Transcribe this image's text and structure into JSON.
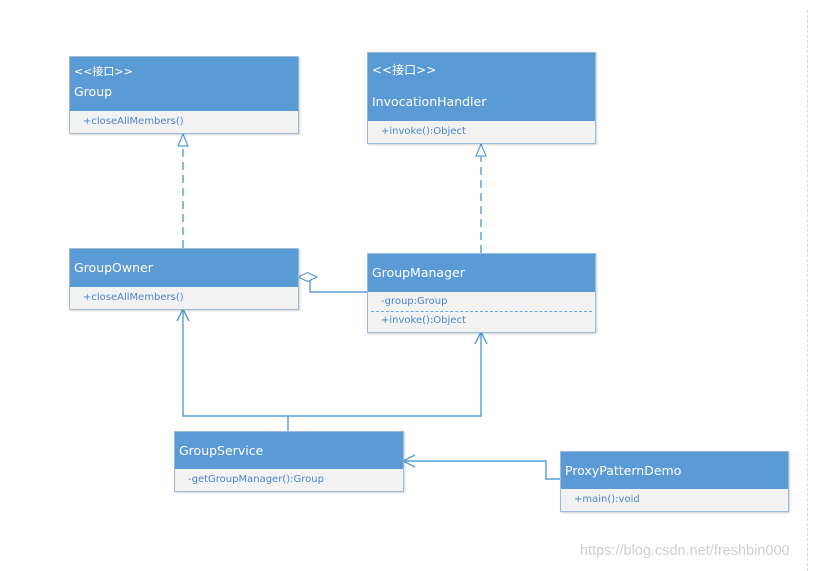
{
  "classes": {
    "group": {
      "stereotype": "<<接口>>",
      "name": "Group",
      "members": [
        "+closeAllMembers()"
      ]
    },
    "invocation_handler": {
      "stereotype": "<<接口>>",
      "name": "InvocationHandler",
      "members": [
        "+invoke():Object"
      ]
    },
    "group_owner": {
      "name": "GroupOwner",
      "members": [
        "+closeAllMembers()"
      ]
    },
    "group_manager": {
      "name": "GroupManager",
      "members": [
        "-group:Group",
        "+invoke():Object"
      ]
    },
    "group_service": {
      "name": "GroupService",
      "members": [
        "-getGroupManager():Group"
      ]
    },
    "proxy_pattern_demo": {
      "name": "ProxyPatternDemo",
      "members": [
        "+main():void"
      ]
    }
  },
  "relations": [
    {
      "type": "realization",
      "from": "GroupOwner",
      "to": "Group"
    },
    {
      "type": "realization",
      "from": "GroupManager",
      "to": "InvocationHandler"
    },
    {
      "type": "aggregation",
      "whole": "GroupOwner",
      "part": "GroupManager"
    },
    {
      "type": "association",
      "from": "GroupService",
      "to": "GroupOwner"
    },
    {
      "type": "association",
      "from": "GroupService",
      "to": "GroupManager"
    },
    {
      "type": "association",
      "from": "ProxyPatternDemo",
      "to": "GroupService"
    }
  ],
  "colors": {
    "header_fill": "#5b9bd5",
    "body_fill": "#f2f2f2",
    "member_text": "#4f86c6",
    "connector": "#5b9bd5"
  },
  "watermark": "https://blog.csdn.net/freshbin000"
}
